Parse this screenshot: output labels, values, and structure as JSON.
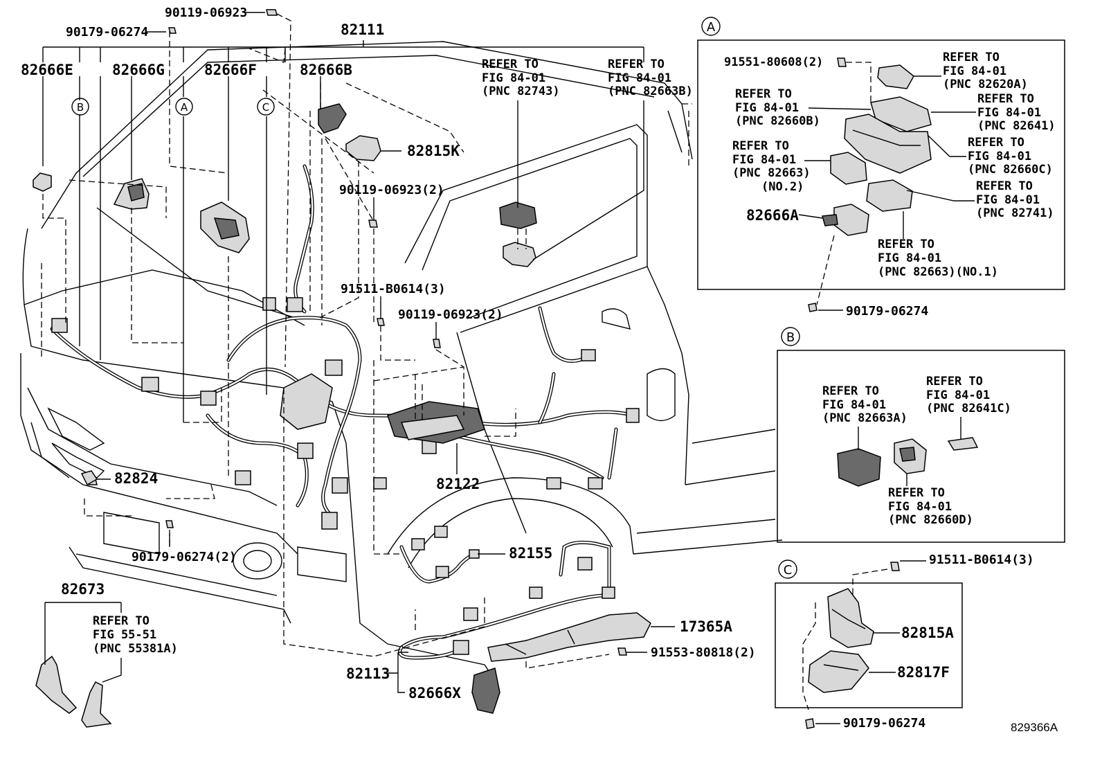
{
  "diagram_id": "829366A",
  "callouts": {
    "c1": "90119-06923",
    "c2": "90179-06274",
    "c3": "82111",
    "c4": "82666E",
    "c5": "82666G",
    "c6": "82666F",
    "c7": "82666B",
    "c8": "82815K",
    "c9": "90119-06923(2)",
    "c10": "91511-B0614(3)",
    "c11": "90119-06923(2)",
    "c12": "82122",
    "c13": "82824",
    "c14": "90179-06274(2)",
    "c15": "82155",
    "c16": "82673",
    "c17": "17365A",
    "c18": "91553-80818(2)",
    "c19": "82113",
    "c20": "82666X"
  },
  "main_refs": {
    "r1": [
      "REFER TO",
      "FIG 84-01",
      "(PNC 82743)"
    ],
    "r2": [
      "REFER TO",
      "FIG 84-01",
      "(PNC 82663B)"
    ],
    "r3": [
      "REFER TO",
      "FIG 55-51",
      "(PNC 55381A)"
    ]
  },
  "detail_markers": {
    "a": "A",
    "b": "B",
    "c": "C"
  },
  "inset_a": {
    "marker": "A",
    "bolt": "91551-80608(2)",
    "part": "82666A",
    "clip": "90179-06274",
    "refs": {
      "r1": [
        "REFER TO",
        "FIG 84-01",
        "(PNC 82620A)"
      ],
      "r2": [
        "REFER TO",
        "FIG 84-01",
        "(PNC 82660B)"
      ],
      "r3": [
        "REFER TO",
        "FIG 84-01",
        "(PNC 82641)"
      ],
      "r4": [
        "REFER TO",
        "FIG 84-01",
        "(PNC 82663)",
        "(NO.2)"
      ],
      "r5": [
        "REFER TO",
        "FIG 84-01",
        "(PNC 82660C)"
      ],
      "r6": [
        "REFER TO",
        "FIG 84-01",
        "(PNC 82741)"
      ],
      "r7": [
        "REFER TO",
        "FIG 84-01",
        "(PNC 82663)(NO.1)"
      ]
    }
  },
  "inset_b": {
    "marker": "B",
    "refs": {
      "r1": [
        "REFER TO",
        "FIG 84-01",
        "(PNC 82663A)"
      ],
      "r2": [
        "REFER TO",
        "FIG 84-01",
        "(PNC 82641C)"
      ],
      "r3": [
        "REFER TO",
        "FIG 84-01",
        "(PNC 82660D)"
      ]
    }
  },
  "inset_c": {
    "marker": "C",
    "bolt": "91511-B0614(3)",
    "part1": "82815A",
    "part2": "82817F",
    "clip": "90179-06274"
  }
}
